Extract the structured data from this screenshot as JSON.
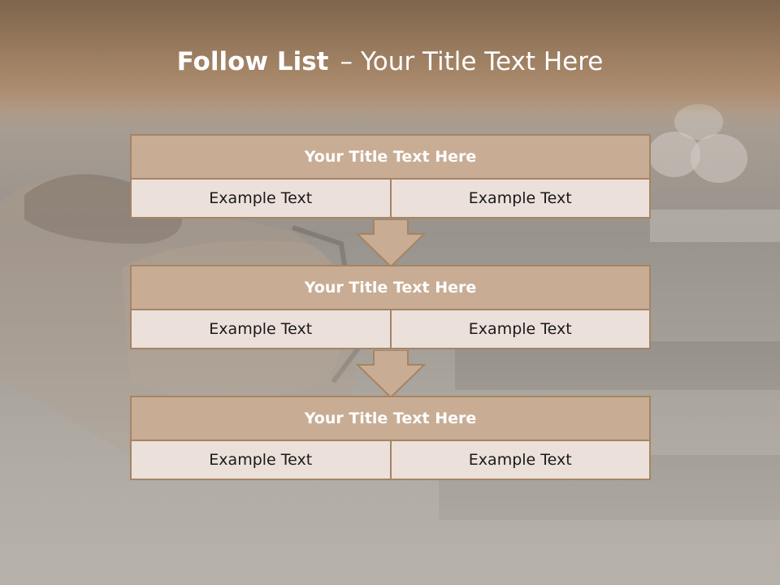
{
  "title": {
    "bold": "Follow List",
    "separator": "–",
    "rest": "Your Title Text Here"
  },
  "blocks": [
    {
      "title": "Your Title Text Here",
      "left": "Example Text",
      "right": "Example Text"
    },
    {
      "title": "Your Title Text Here",
      "left": "Example Text",
      "right": "Example Text"
    },
    {
      "title": "Your Title Text Here",
      "left": "Example Text",
      "right": "Example Text"
    }
  ],
  "colors": {
    "header_fill": "#c8ad94",
    "border": "#a68464",
    "cell_fill": "#ebe0da"
  }
}
